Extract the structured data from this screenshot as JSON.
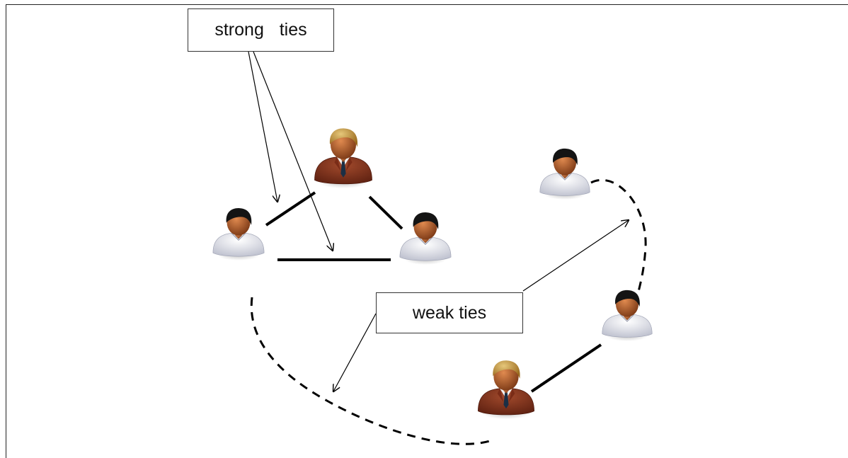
{
  "labels": {
    "strong": "strong  ties",
    "weak": "weak ties"
  },
  "colors": {
    "line": "#000000",
    "suit": "#8a3a24",
    "shirt_light": "#eef0f6",
    "skin": "#b5612e",
    "hair_dark": "#151515",
    "hair_blond": "#c99a3a"
  },
  "people": [
    {
      "name": "person-left",
      "type": "casual"
    },
    {
      "name": "person-top-center",
      "type": "business"
    },
    {
      "name": "person-center-right",
      "type": "casual"
    },
    {
      "name": "person-top-right",
      "type": "casual"
    },
    {
      "name": "person-bottom-right",
      "type": "casual"
    },
    {
      "name": "person-bottom-center",
      "type": "business"
    }
  ]
}
